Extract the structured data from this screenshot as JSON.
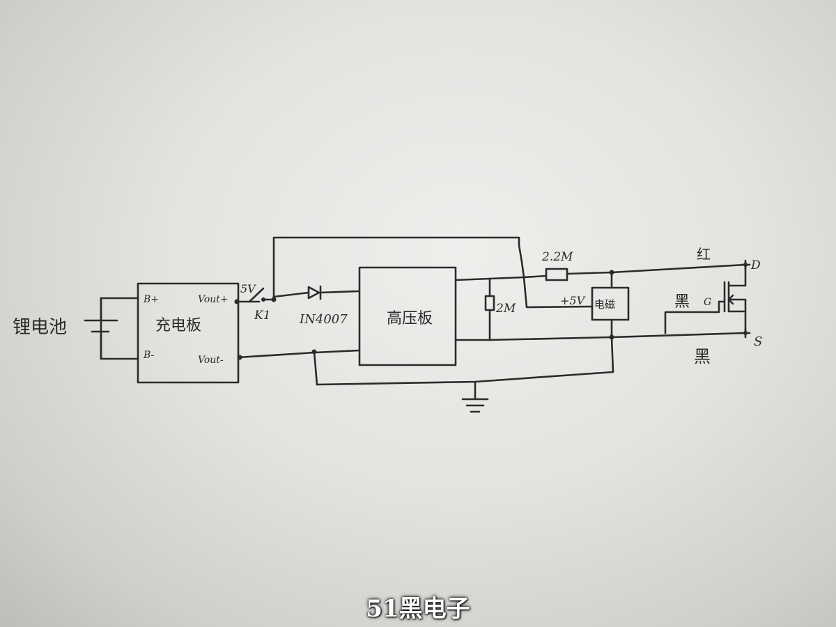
{
  "diagram": {
    "battery_label": "锂电池",
    "charger_board": {
      "name": "充电板",
      "pin_bplus": "B+",
      "pin_bminus": "B-",
      "pin_vout_plus": "Vout+",
      "pin_vout_minus": "Vout-"
    },
    "switch_voltage": "5V",
    "switch_label": "K1",
    "diode_label": "IN4007",
    "hv_board_label": "高压板",
    "resistor_top_label": "2.2M",
    "resistor_shunt_label": "2M",
    "plus5v_label": "+5V",
    "relay_label": "电磁",
    "wire_red_label": "红",
    "wire_black_gate_label": "黑",
    "gate_pin_label": "G",
    "drain_label": "D",
    "source_label": "S",
    "wire_black_bottom_label": "黑"
  },
  "watermark": "51黑电子"
}
